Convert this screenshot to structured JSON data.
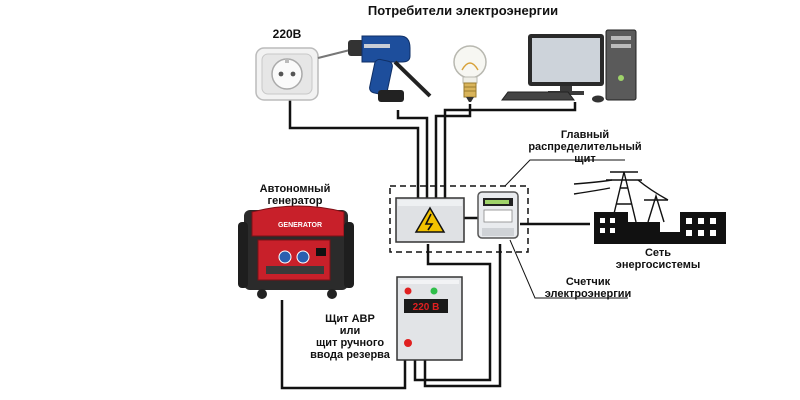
{
  "title": "Потребители электроэнергии",
  "labels": {
    "socket_voltage": "220В",
    "main_panel": [
      "Главный",
      "распределительный",
      "щит"
    ],
    "generator": [
      "Автономный",
      "генератор"
    ],
    "grid": [
      "Сеть",
      "энергосистемы"
    ],
    "meter": [
      "Счетчик",
      "электроэнергии"
    ],
    "ats_panel": [
      "Щит АВР",
      "или",
      "щит ручного",
      "ввода резерва"
    ],
    "ats_display": "220 В",
    "generator_brand": "GENERATOR"
  },
  "colors": {
    "wire": "#111111",
    "warning": "#f2c200",
    "display_red": "#e02020",
    "generator_red": "#c8202a",
    "drill_blue": "#1d4e9c"
  },
  "icons": [
    "socket-icon",
    "drill-icon",
    "lightbulb-icon",
    "computer-icon",
    "generator-icon",
    "power-line-icon",
    "buildings-icon",
    "meter-icon",
    "high-voltage-icon"
  ]
}
